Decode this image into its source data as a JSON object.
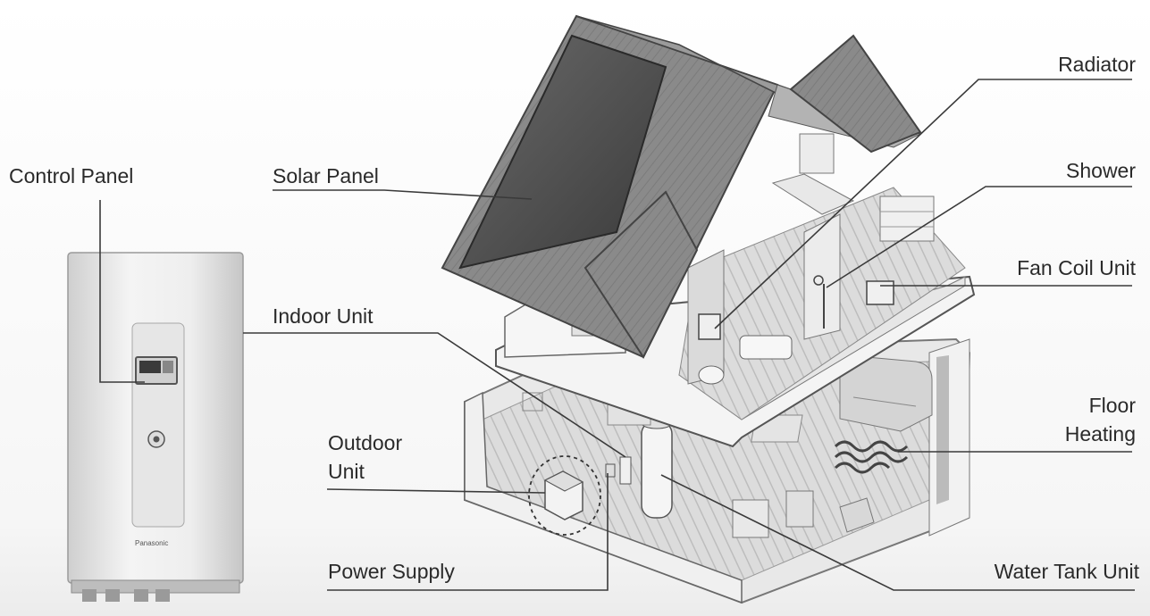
{
  "labels": {
    "control_panel": "Control Panel",
    "solar_panel": "Solar Panel",
    "indoor_unit": "Indoor Unit",
    "outdoor_unit_line1": "Outdoor",
    "outdoor_unit_line2": "Unit",
    "power_supply": "Power Supply",
    "radiator": "Radiator",
    "shower": "Shower",
    "fan_coil_unit": "Fan Coil Unit",
    "floor_heating_line1": "Floor",
    "floor_heating_line2": "Heating",
    "water_tank_unit": "Water Tank Unit"
  },
  "indoor_unit_brand": "Panasonic"
}
